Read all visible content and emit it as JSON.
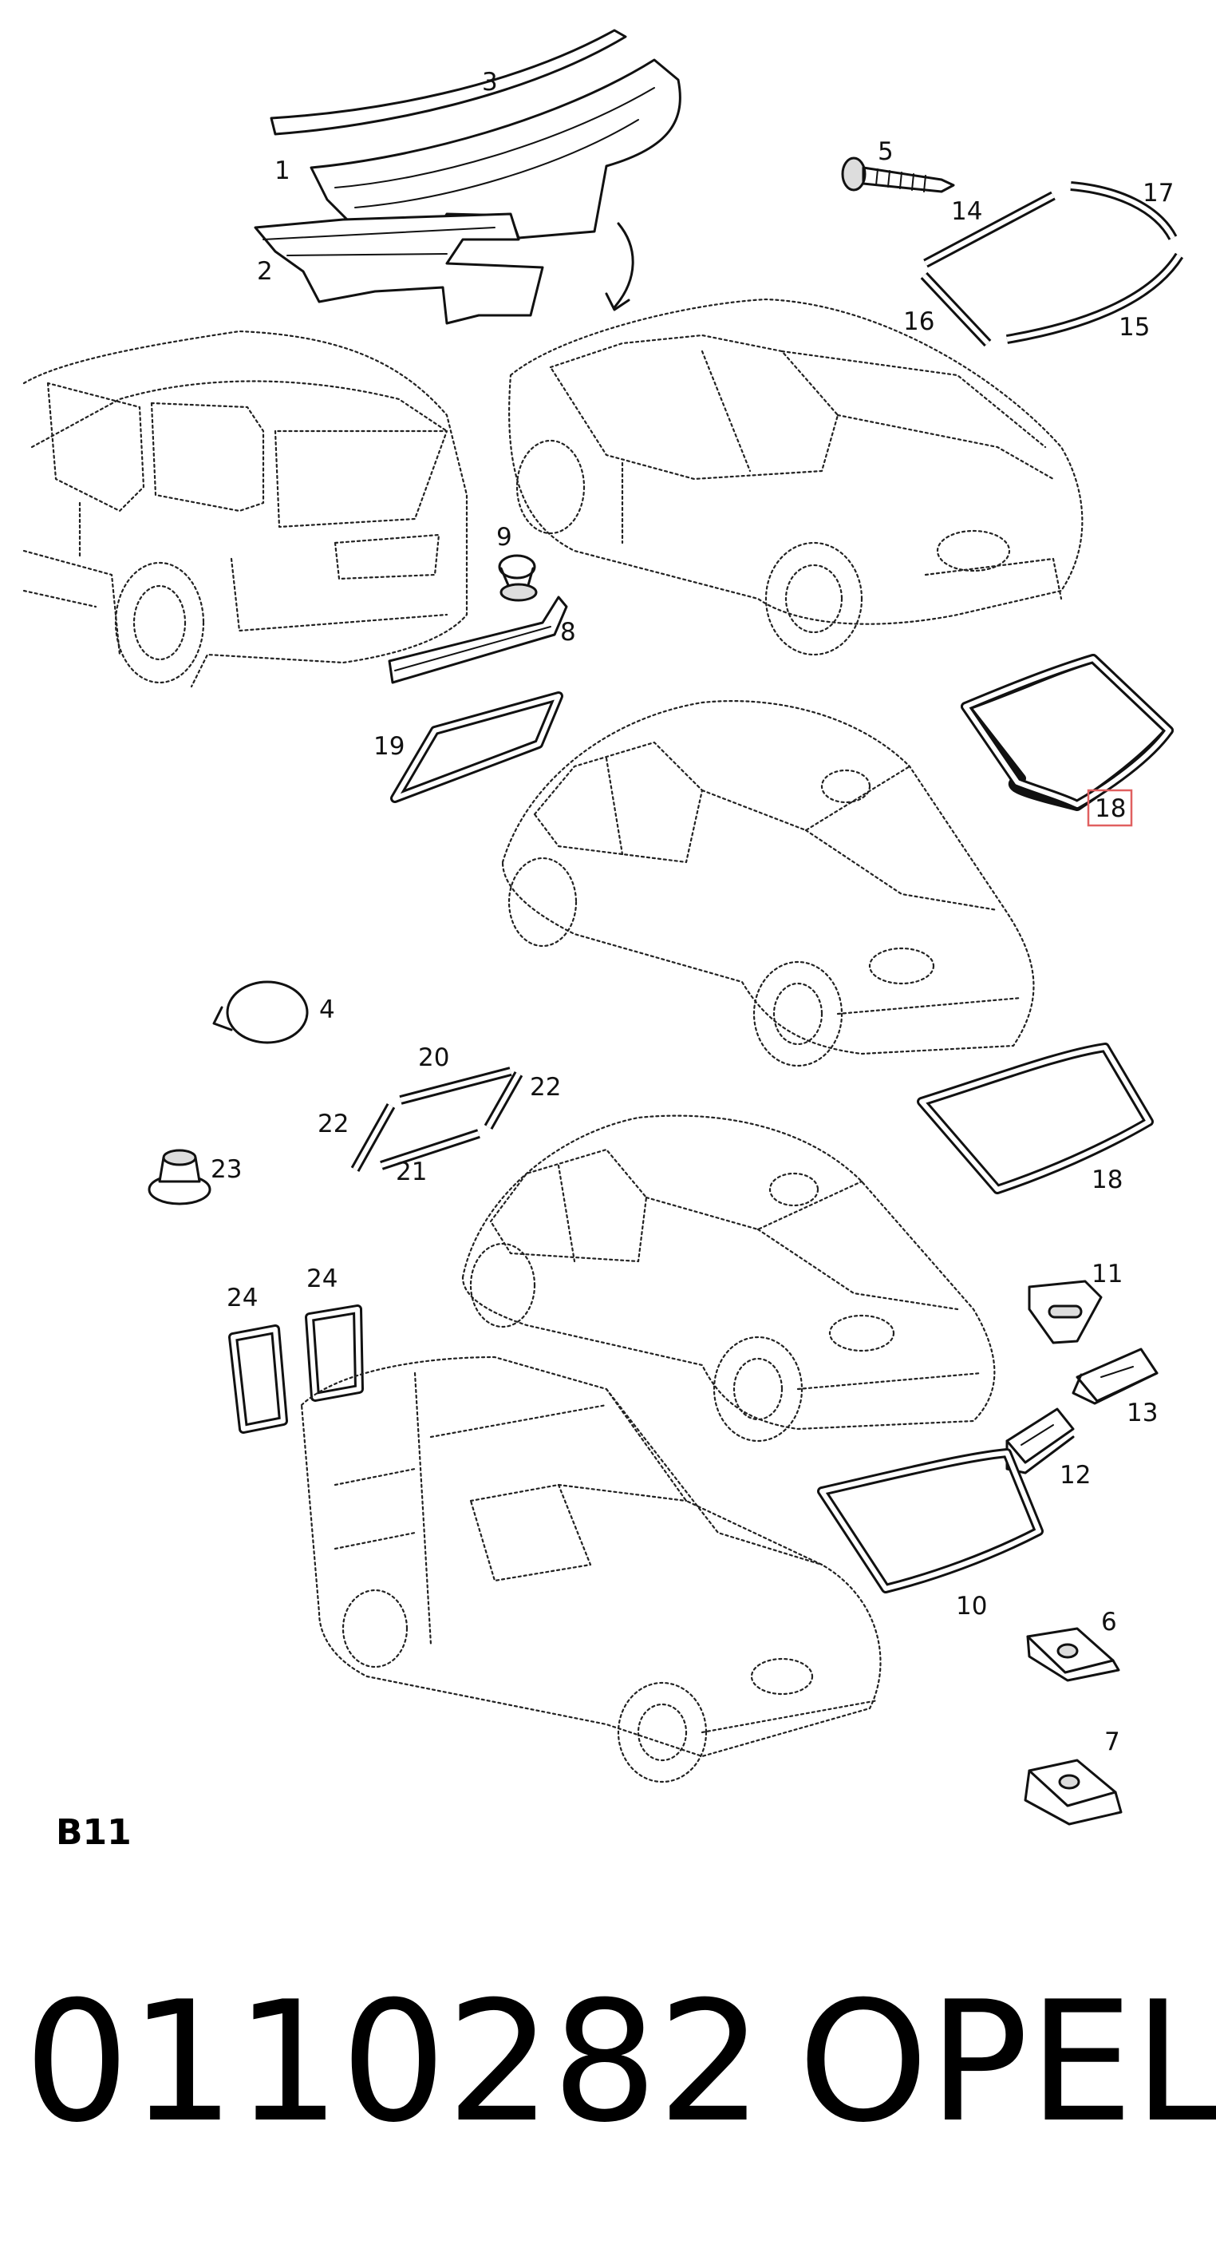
{
  "callouts": {
    "c1": "1",
    "c2": "2",
    "c3": "3",
    "c4": "4",
    "c5": "5",
    "c6": "6",
    "c7": "7",
    "c8": "8",
    "c9": "9",
    "c10": "10",
    "c11": "11",
    "c12": "12",
    "c13": "13",
    "c14": "14",
    "c15": "15",
    "c16": "16",
    "c17": "17",
    "c18a": "18",
    "c18b": "18",
    "c19": "19",
    "c20": "20",
    "c21": "21",
    "c22a": "22",
    "c22b": "22",
    "c23": "23",
    "c24a": "24",
    "c24b": "24"
  },
  "section_code": "B11",
  "part_number": "0110282",
  "brand": "OPEL",
  "colors": {
    "highlight": "#e06060",
    "ink": "#111111"
  }
}
